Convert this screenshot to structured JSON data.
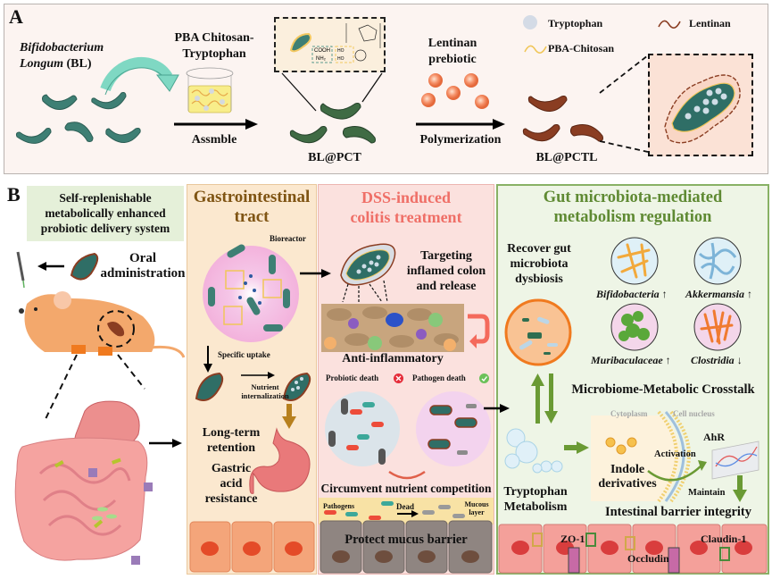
{
  "panel_a": {
    "letter": "A",
    "bl_line1": "Bifidobacterium",
    "bl_line2_italic": "Longum",
    "bl_line2_rest": " (BL)",
    "pba_line1": "PBA Chitosan-",
    "pba_line2": "Tryptophan",
    "assemble_label": "Assmble",
    "bl_pct_label": "BL@PCT",
    "chem_cooh": "COOH",
    "chem_nh2": "NH₂",
    "lentinan_line1": "Lentinan",
    "lentinan_line2": "prebiotic",
    "polymerization_label": "Polymerization",
    "bl_pctl_label": "BL@PCTL",
    "legend": {
      "tryptophan": "Tryptophan",
      "lentinan": "Lentinan",
      "pba_chitosan": "PBA-Chitosan"
    },
    "colors": {
      "bacteria_teal": "#3e7f74",
      "bacteria_green": "#3f6b44",
      "bacteria_brown": "#8a3d22",
      "lentinan_orange": "#f07a4f",
      "arrow_teal": "#7fd8c3"
    }
  },
  "panel_b": {
    "letter": "B",
    "system_title": [
      "Self-replenishable",
      "metabolically enhanced",
      "probiotic delivery system"
    ],
    "oral_admin": [
      "Oral",
      "administration"
    ],
    "gi": {
      "title": [
        "Gastrointestinal",
        "tract"
      ],
      "bioreactor": "Bioreactor",
      "specific_uptake": "Specific uptake",
      "nutrient_internalization": [
        "Nutrient",
        "internalization"
      ],
      "long_term": [
        "Long-term",
        "retention"
      ],
      "gastric": [
        "Gastric",
        "acid",
        "resistance"
      ]
    },
    "dss": {
      "title": [
        "DSS-induced",
        "colitis treatment"
      ],
      "targeting": [
        "Targeting",
        "inflamed colon",
        "and release"
      ],
      "anti_inflammatory": "Anti-inflammatory",
      "probiotic_death": "Probiotic death",
      "pathogen_death": "Pathogen death",
      "circumvent": "Circumvent nutrient competition",
      "pathogens": "Pathogens",
      "dead": "Dead",
      "mucous_layer": [
        "Mucous",
        "layer"
      ],
      "protect": "Protect mucus barrier"
    },
    "gut": {
      "title": [
        "Gut microbiota-mediated",
        "metabolism regulation"
      ],
      "recover": [
        "Recover gut",
        "microbiota",
        "dysbiosis"
      ],
      "taxa": [
        {
          "name": "Bifidobacteria",
          "trend": "↑",
          "color": "#f2a93b",
          "bg": "#dff0f7"
        },
        {
          "name": "Akkermansia",
          "trend": "↑",
          "color": "#7db4d8",
          "bg": "#dff0f7"
        },
        {
          "name": "Muribaculaceae",
          "trend": "↑",
          "color": "#5aa83a",
          "bg": "#f4d6ea"
        },
        {
          "name": "Clostridia",
          "trend": "↓",
          "color": "#f07a30",
          "bg": "#f4d6ea"
        }
      ],
      "crosstalk": "Microbiome-Metabolic Crosstalk",
      "cytoplasm": "Cytoplasm",
      "cell_nucleus": "Cell nucleus",
      "ahr": "AhR",
      "activation": "Activation",
      "indole": [
        "Indole",
        "derivatives"
      ],
      "tryptophan_metabolism": [
        "Tryptophan",
        "Metabolism"
      ],
      "maintain": "Maintain",
      "barrier": "Intestinal barrier integrity",
      "zo1": "ZO-1",
      "occludin": "Occludin",
      "claudin": "Claudin-1"
    }
  }
}
